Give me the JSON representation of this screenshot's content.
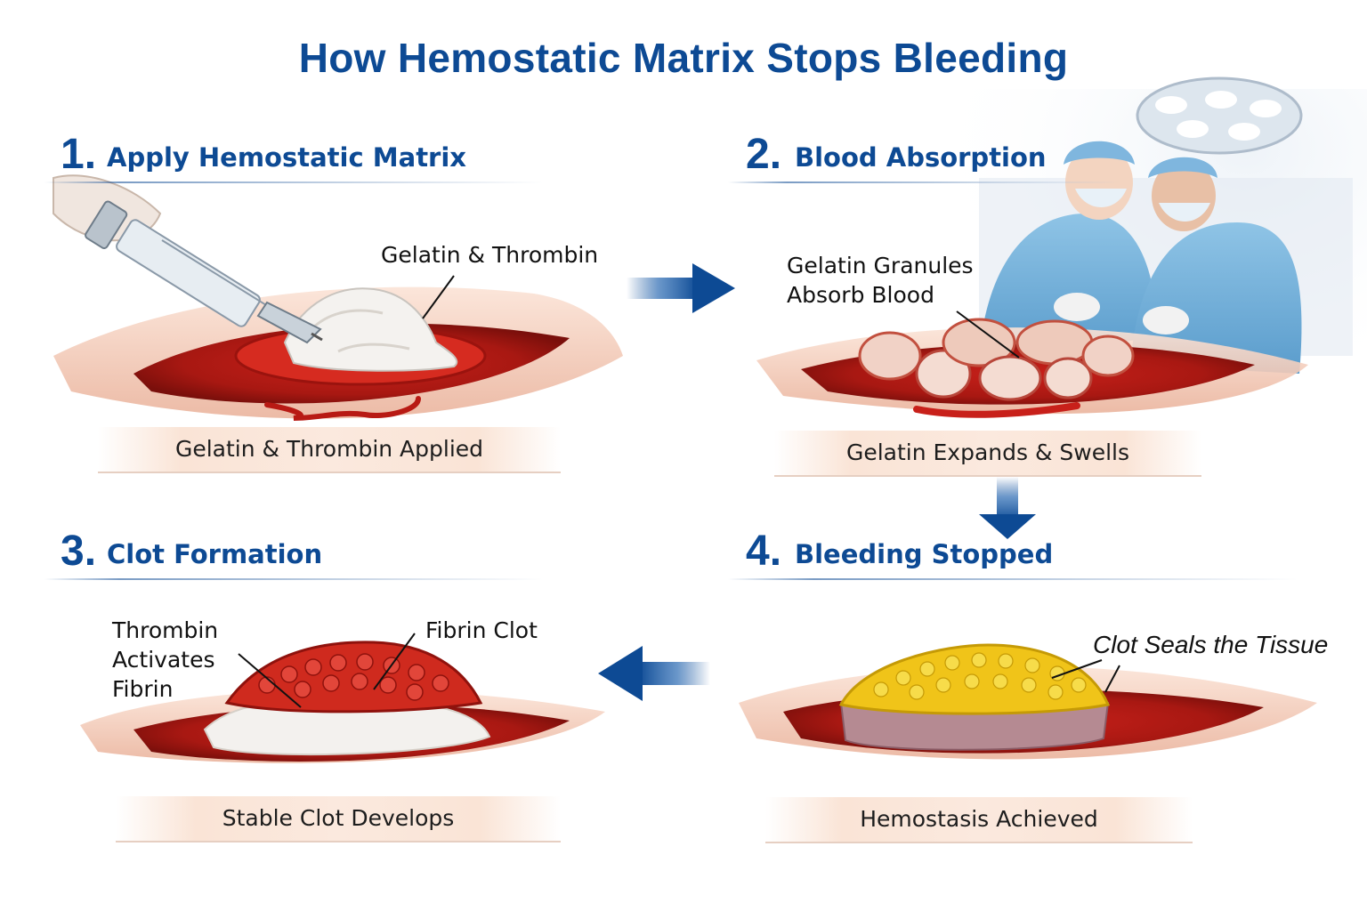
{
  "title": "How Hemostatic Matrix Stops Bleeding",
  "steps": [
    {
      "number": "1.",
      "title": "Apply Hemostatic Matrix",
      "caption": "Gelatin & Thrombin Applied",
      "labels": [
        "Gelatin & Thrombin"
      ]
    },
    {
      "number": "2.",
      "title": "Blood Absorption",
      "caption": "Gelatin Expands & Swells",
      "labels": [
        "Gelatin Granules",
        "Absorb Blood"
      ]
    },
    {
      "number": "3.",
      "title": "Clot Formation",
      "caption": "Stable Clot Develops",
      "labels": [
        "Thrombin",
        "Activates",
        "Fibrin",
        "Fibrin Clot"
      ]
    },
    {
      "number": "4.",
      "title": "Bleeding Stopped",
      "caption": "Hemostasis Achieved",
      "labels": [
        "Clot Seals the Tissue"
      ]
    }
  ],
  "colors": {
    "accent": "#0d4a94",
    "blood": "#c8201a",
    "tissue": "#f2c6b0",
    "seal": "#f0c419"
  }
}
